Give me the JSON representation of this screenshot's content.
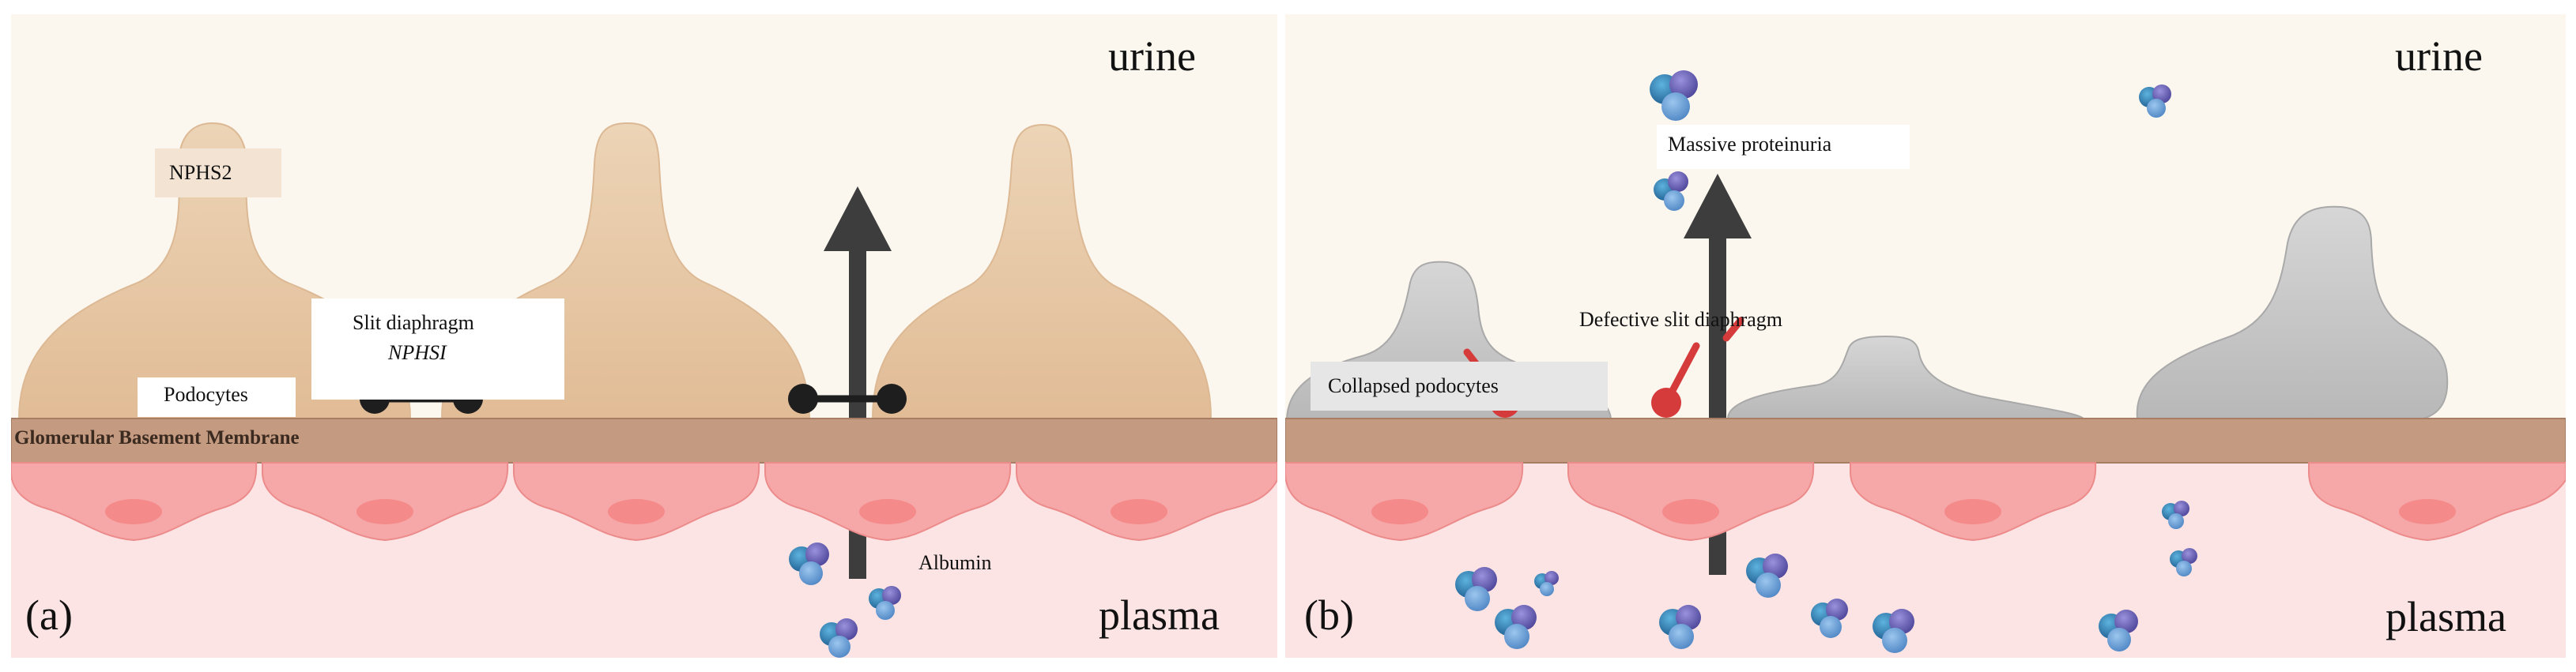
{
  "panel_a": {
    "panel_label": "(a)",
    "urine_label": "urine",
    "plasma_label": "plasma",
    "nphs2_label": "NPHS2",
    "slit_title": "Slit diaphragm",
    "slit_gene": "NPHSI",
    "podocytes_label": "Podocytes",
    "gbm_label": "Glomerular Basement Membrane",
    "albumin_label": "Albumin"
  },
  "panel_b": {
    "panel_label": "(b)",
    "urine_label": "urine",
    "plasma_label": "plasma",
    "proteinuria_label": "Massive proteinuria",
    "defective_label": "Defective slit diaphragm",
    "collapsed_label": "Collapsed podocytes"
  },
  "colors": {
    "urine_bg": "#fbf7ee",
    "plasma_bg": "#fde3e3",
    "podocyte": "#e8c9a6",
    "collapsed_podocyte": "#c9c9c9",
    "gbm": "#c49a80",
    "endothelium": "#f6a7a7",
    "slit_healthy": "#1e1e1e",
    "slit_defective": "#d63b3b",
    "arrow": "#3d3d3d",
    "protein_blue": "#2f7fb3",
    "protein_purple": "#6a63b8"
  }
}
